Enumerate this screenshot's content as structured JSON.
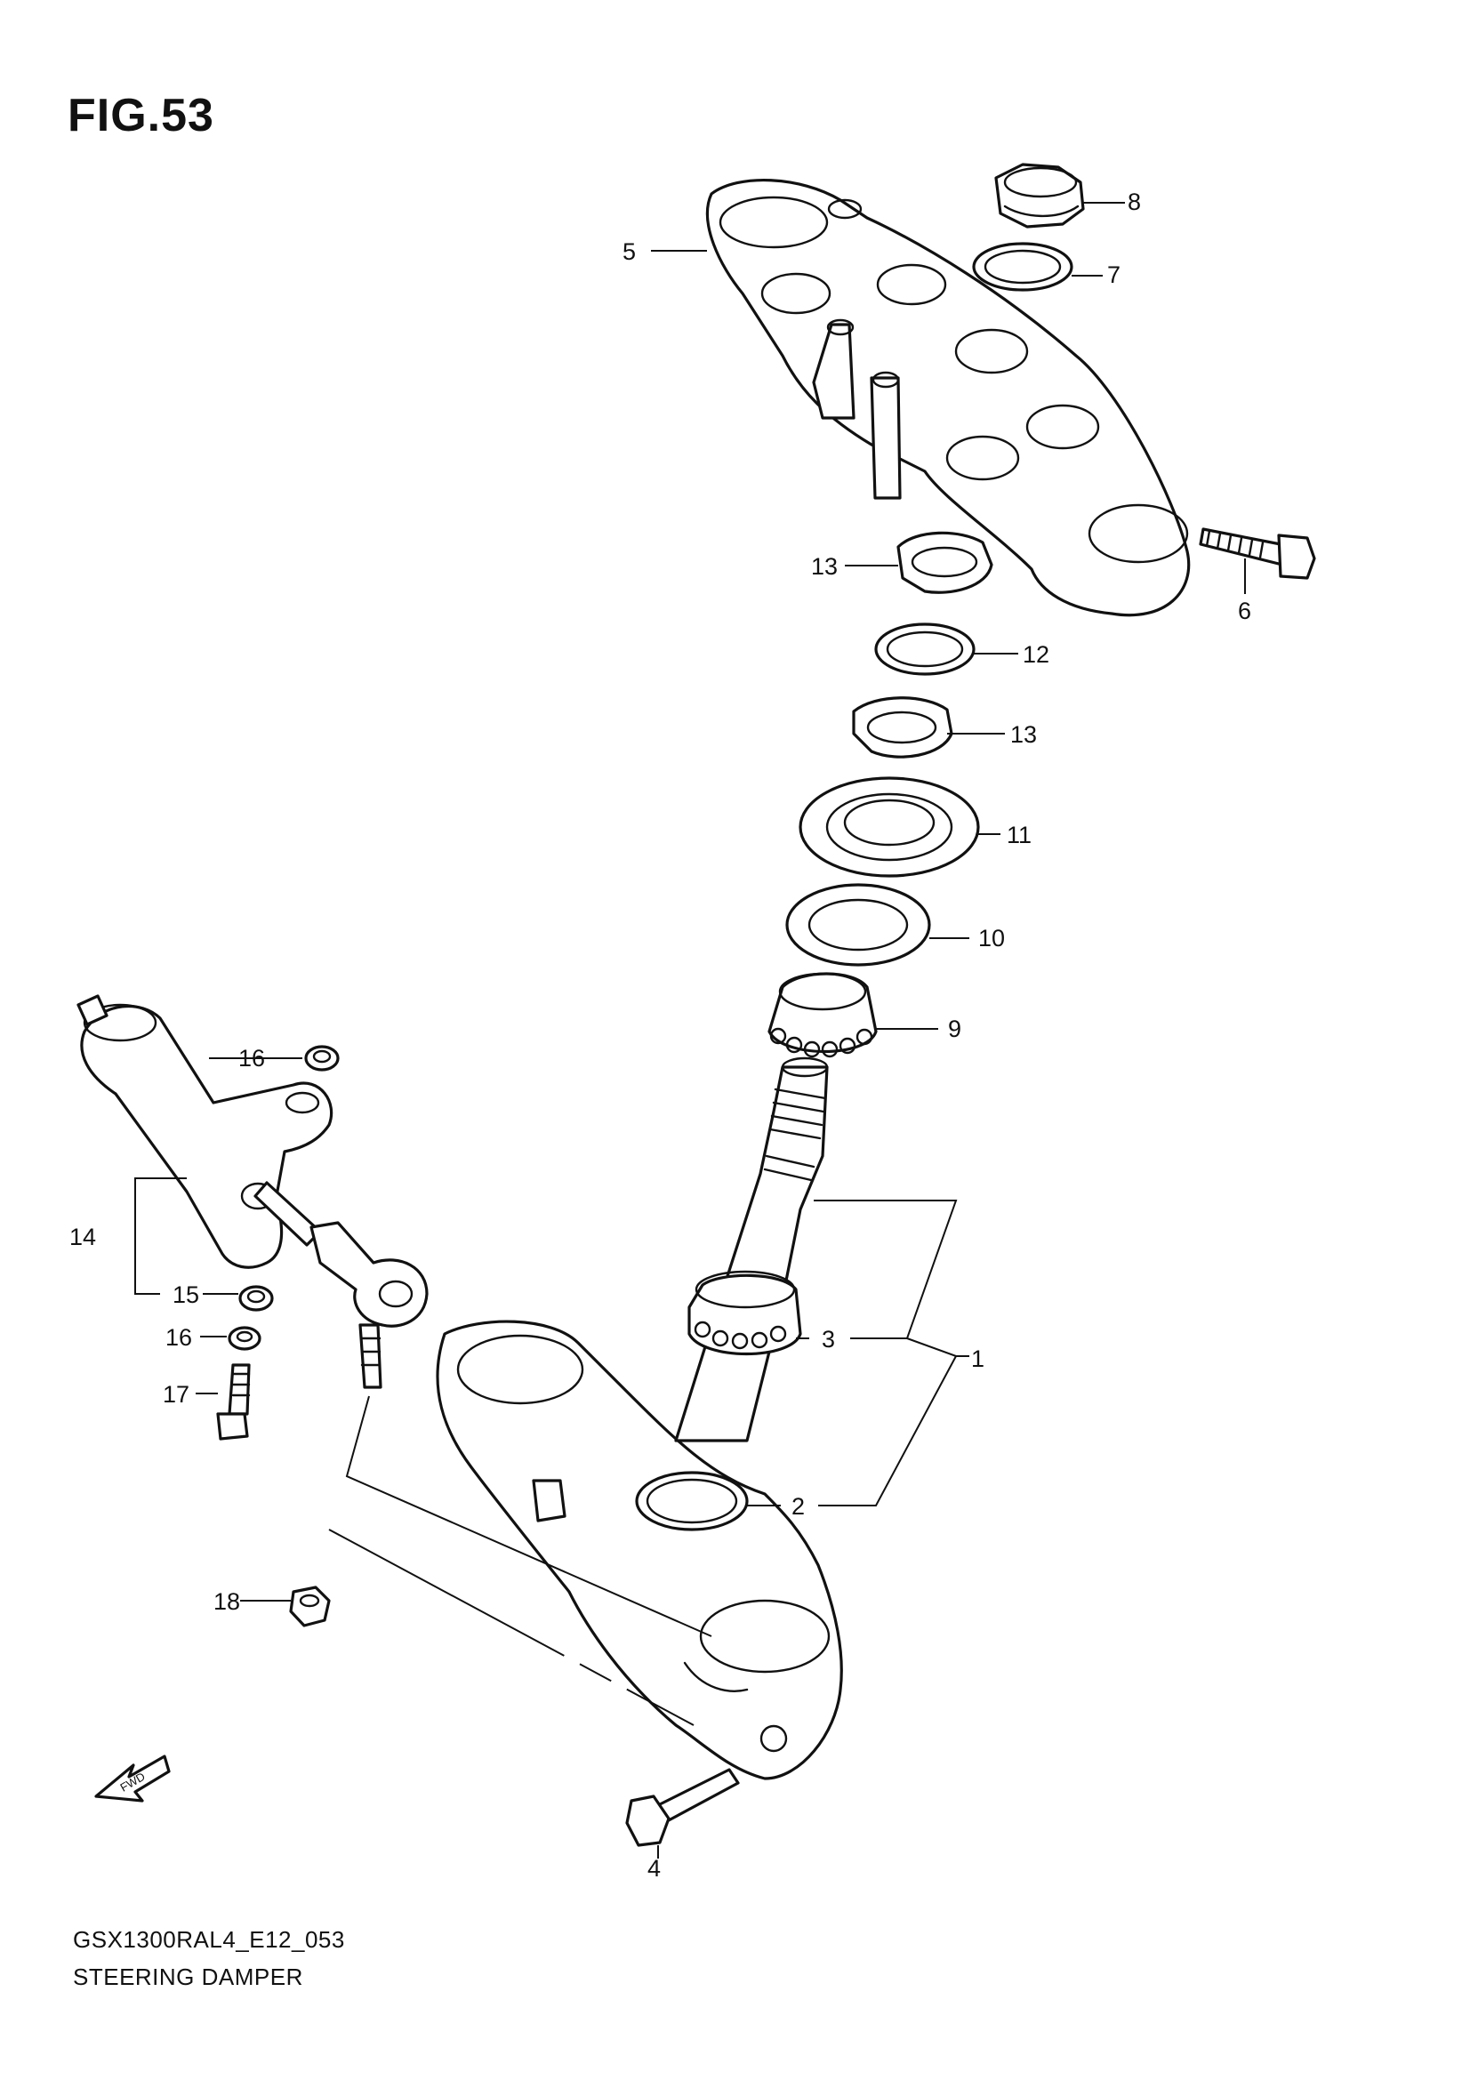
{
  "figure": {
    "title": "FIG.53",
    "model_code": "GSX1300RAL4_E12_053",
    "name": "STEERING DAMPER"
  },
  "fwd_marker": "FWD",
  "callouts": {
    "c1": "1",
    "c2": "2",
    "c3": "3",
    "c4": "4",
    "c5": "5",
    "c6": "6",
    "c7": "7",
    "c8": "8",
    "c9": "9",
    "c10": "10",
    "c11": "11",
    "c12": "12",
    "c13a": "13",
    "c13b": "13",
    "c14": "14",
    "c15": "15",
    "c16a": "16",
    "c16b": "16",
    "c17": "17",
    "c18": "18"
  }
}
